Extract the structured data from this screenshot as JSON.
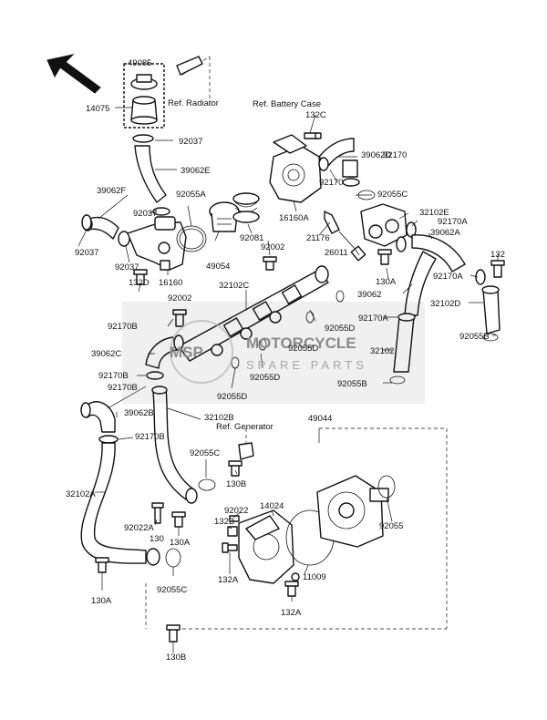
{
  "watermark": {
    "logo": "MSP",
    "title": "MOTORCYCLE",
    "subtitle": "SPARE PARTS"
  },
  "labels": {
    "p49085": "49085",
    "p14075": "14075",
    "ref_radiator": "Ref. Radiator",
    "ref_battery_case": "Ref. Battery Case",
    "p132c": "132C",
    "p92037_a": "92037",
    "p39062d": "39062D",
    "p39062e": "39062E",
    "p92170_a": "92170",
    "p92170_b": "92170",
    "p39062f": "39062F",
    "p92055a": "92055A",
    "p92055c_a": "92055C",
    "p92037_b": "92037",
    "p16160a": "16160A",
    "p32102e": "32102E",
    "p92170a_a": "92170A",
    "p92037_c": "92037",
    "p92081": "92081",
    "p21176": "21176",
    "p39062a": "39062A",
    "p92037_d": "92037",
    "p92002_a": "92002",
    "p26011": "26011",
    "p132": "132",
    "p49054": "49054",
    "p16160": "16160",
    "p130a_a": "130A",
    "p92170a_b": "92170A",
    "p132d": "132D",
    "p32102c": "32102C",
    "p39062": "39062",
    "p32102d": "32102D",
    "p92002_b": "92002",
    "p92170a_c": "92170A",
    "p92170b_a": "92170B",
    "p92055d_a": "92055D",
    "p32102": "32102",
    "p92055b_a": "92055B",
    "p39062c": "39062C",
    "p92055d_b": "92055D",
    "p92170b_b": "92170B",
    "p92055d_c": "92055D",
    "p92055b_b": "92055B",
    "p92170b_c": "92170B",
    "p92055d_d": "92055D",
    "p39062b": "39062B",
    "p32102b": "32102B",
    "ref_generator": "Ref. Generator",
    "p49044": "49044",
    "p92170b_d": "92170B",
    "p92055c_b": "92055C",
    "p130b_a": "130B",
    "p32102a": "32102A",
    "p92022": "92022",
    "p14024": "14024",
    "p132b": "132B",
    "p92022a": "92022A",
    "p130": "130",
    "p130a_b": "130A",
    "p92055": "92055",
    "p132a_a": "132A",
    "p11009": "11009",
    "p92055c_c": "92055C",
    "p130a_c": "130A",
    "p132a_b": "132A",
    "p130b_b": "130B"
  }
}
